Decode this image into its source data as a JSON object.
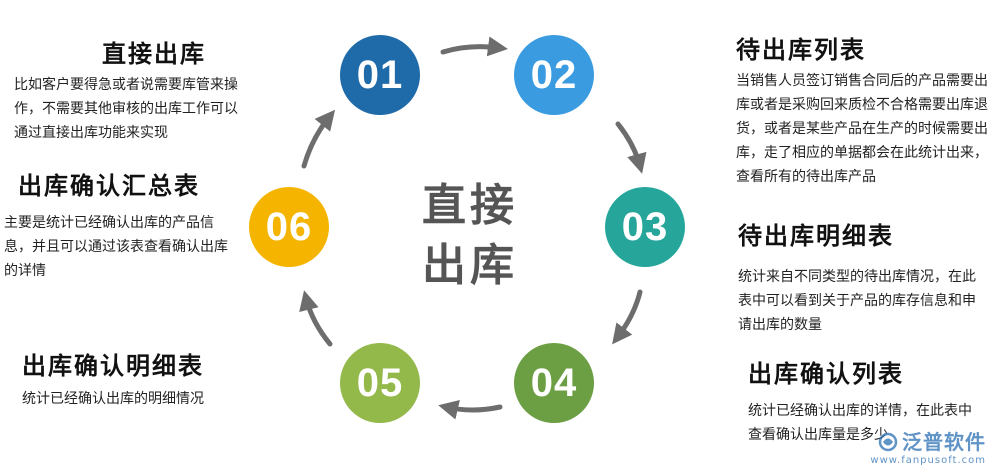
{
  "center": {
    "line1": "直接",
    "line2": "出库"
  },
  "nodes": [
    {
      "num": "01",
      "color": "#1f6aa8"
    },
    {
      "num": "02",
      "color": "#3a9be0"
    },
    {
      "num": "03",
      "color": "#26a69a"
    },
    {
      "num": "04",
      "color": "#6c9e43"
    },
    {
      "num": "05",
      "color": "#93b94a"
    },
    {
      "num": "06",
      "color": "#f4b400"
    }
  ],
  "arrow_color": "#6d6d6d",
  "blocks": [
    {
      "title": "直接出库",
      "desc": "比如客户要得急或者说需要库管来操作，不需要其他审核的出库工作可以通过直接出库功能来实现"
    },
    {
      "title": "待出库列表",
      "desc": "当销售人员签订销售合同后的产品需要出库或者是采购回来质检不合格需要出库退货，或者是某些产品在生产的时候需要出库，走了相应的单据都会在此统计出来，查看所有的待出库产品"
    },
    {
      "title": "待出库明细表",
      "desc": "统计来自不同类型的待出库情况，在此表中可以看到关于产品的库存信息和申请出库的数量"
    },
    {
      "title": "出库确认列表",
      "desc": "统计已经确认出库的详情，在此表中查看确认出库量是多少"
    },
    {
      "title": "出库确认明细表",
      "desc": "统计已经确认出库的明细情况"
    },
    {
      "title": "出库确认汇总表",
      "desc": "主要是统计已经确认出库的产品信息，并且可以通过该表查看确认出库的详情"
    }
  ],
  "logo": {
    "name": "泛普软件",
    "url": "www.fanpusoft.com",
    "icon": "swirl-logo-icon"
  }
}
